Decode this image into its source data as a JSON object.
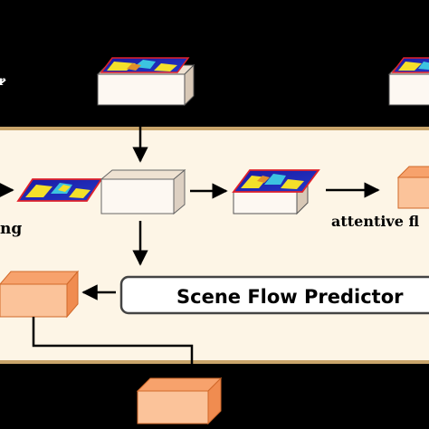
{
  "labels": {
    "left_fragment": "ng",
    "attentive": "attentive fl",
    "predictor": "Scene Flow Predictor",
    "top_left_fragment": "r"
  },
  "colors": {
    "background": "#000000",
    "panel_fill": "#fdf5e6",
    "panel_border": "#c8a46a",
    "orange_box": "#fbc39a",
    "orange_box_dark": "#f7a26c",
    "orange_border": "#d0692a",
    "white_box": "#fdf8f2",
    "flow_outline": "#e0202a"
  },
  "icons": {
    "flow_map": "flow-map-thumbnail",
    "arrow": "arrow-icon"
  }
}
